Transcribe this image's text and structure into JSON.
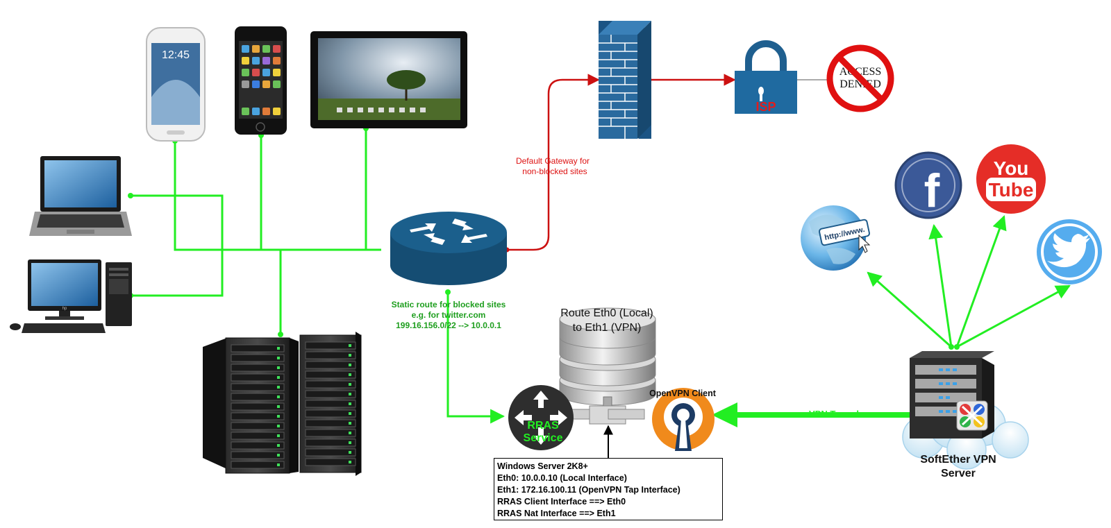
{
  "labels": {
    "default_gateway_line1": "Default Gateway for",
    "default_gateway_line2": "non-blocked sites",
    "static_route_line1": "Static route for blocked sites",
    "static_route_line2": "e.g. for twitter.com",
    "static_route_line3": "199.16.156.0/22 --> 10.0.0.1",
    "route_db_line1": "Route Eth0 (Local)",
    "route_db_line2": "to Eth1 (VPN)",
    "openvpn_client": "OpenVPN Client",
    "rras_line1": "RRAS",
    "rras_line2": "Service",
    "vpn_tunnel": "VPN Tunnel",
    "softether_line1": "SoftEther VPN",
    "softether_line2": "Server",
    "isp": "ISP",
    "access_denied_line1": "ACCESS",
    "access_denied_line2": "DENIED",
    "phone_time": "12:45",
    "url_badge": "http://www.",
    "youtube_you": "You",
    "youtube_tube": "Tube",
    "facebook_letter": "f",
    "monitor_brand": "hp"
  },
  "server_info": {
    "lines": [
      "Windows Server 2K8+",
      "Eth0: 10.0.0.10 (Local Interface)",
      "Eth1: 172.16.100.11 (OpenVPN Tap Interface)",
      "RRAS Client Interface ==> Eth0",
      "RRAS Nat Interface ==> Eth1"
    ]
  },
  "colors": {
    "lan_link": "#22ee22",
    "default_route": "#cc1111",
    "router_blue": "#1b5f8c",
    "firewall_blue": "#2a6a9e",
    "label_green": "#1e9e1e",
    "label_red": "#dd1111",
    "openvpn_orange": "#f08a1c",
    "facebook": "#3b5998",
    "youtube": "#e52d27",
    "twitter": "#55acee"
  },
  "icons": [
    "phone-icon",
    "smartphone-icon",
    "tablet-icon",
    "laptop-icon",
    "desktop-icon",
    "server-rack-icon",
    "router-icon",
    "firewall-icon",
    "padlock-icon",
    "access-denied-icon",
    "database-icon",
    "openvpn-icon",
    "cloud-server-icon",
    "globe-icon",
    "facebook-icon",
    "youtube-icon",
    "twitter-icon"
  ]
}
